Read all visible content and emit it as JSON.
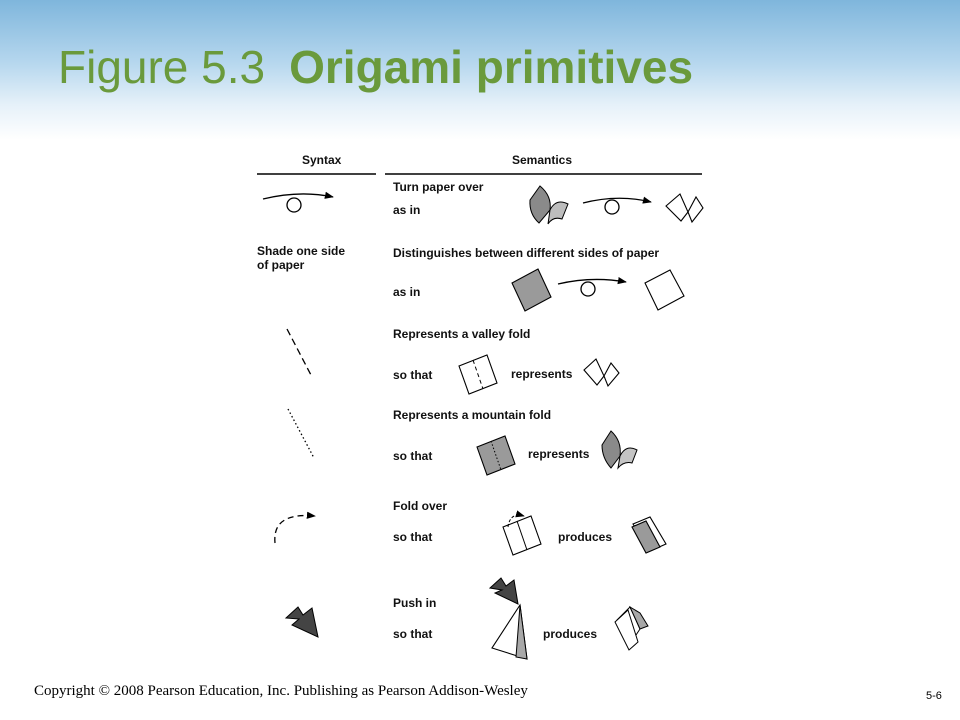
{
  "slide": {
    "title_label": "Figure 5.3",
    "title_name": "Origami primitives",
    "copyright": "Copyright © 2008 Pearson Education, Inc. Publishing as Pearson Addison-Wesley",
    "page_number": "5-6"
  },
  "table": {
    "headers": {
      "syntax": "Syntax",
      "semantics": "Semantics"
    },
    "rows": [
      {
        "syntax_text": "",
        "semantics_line1": "Turn paper over",
        "semantics_line2": "as in",
        "connector": ""
      },
      {
        "syntax_line1": "Shade one side",
        "syntax_line2": "of paper",
        "semantics_line1": "Distinguishes between different sides of paper",
        "semantics_line2": "as in",
        "connector": ""
      },
      {
        "semantics_line1": "Represents a valley fold",
        "semantics_line2": "so that",
        "connector": "represents"
      },
      {
        "semantics_line1": "Represents a mountain fold",
        "semantics_line2": "so that",
        "connector": "represents"
      },
      {
        "semantics_line1": "Fold over",
        "semantics_line2": "so that",
        "connector": "produces"
      },
      {
        "semantics_line1": "Push in",
        "semantics_line2": "so that",
        "connector": "produces"
      }
    ]
  },
  "colors": {
    "title": "#6a9a3c",
    "shade": "#9a9a9a",
    "dark_arrow": "#444444"
  }
}
